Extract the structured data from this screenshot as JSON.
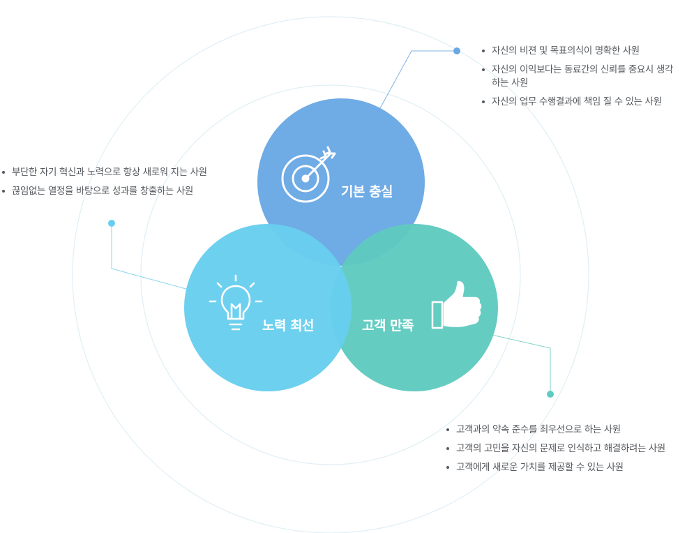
{
  "circles": {
    "basic": {
      "label": "기본 충실",
      "color": "#6aa8e4",
      "icon": "target-arrow-icon"
    },
    "effort": {
      "label": "노력 최선",
      "color": "#68ceee",
      "icon": "lightbulb-icon"
    },
    "customer": {
      "label": "고객 만족",
      "color": "#5fcac0",
      "icon": "thumbs-up-icon"
    }
  },
  "lists": {
    "basic": [
      "자신의 비젼 및 목표의식이 명확한 사원",
      "자신의 이익보다는 동료간의 신뢰를 중요시 생각하는 사원",
      "자신의 업무 수행결과에 책임 질 수 있는 사원"
    ],
    "effort": [
      "부단한 자기 혁신과 노력으로 항상 새로워 지는 사원",
      "끊임없는 열정을 바탕으로 성과를 창출하는 사원"
    ],
    "customer": [
      "고객과의 약속 준수를 최우선으로 하는 사원",
      "고객의 고민을 자신의 문제로 인식하고 해결하려는 사원",
      "고객에게 새로운 가치를 제공할 수 있는 사원"
    ]
  }
}
